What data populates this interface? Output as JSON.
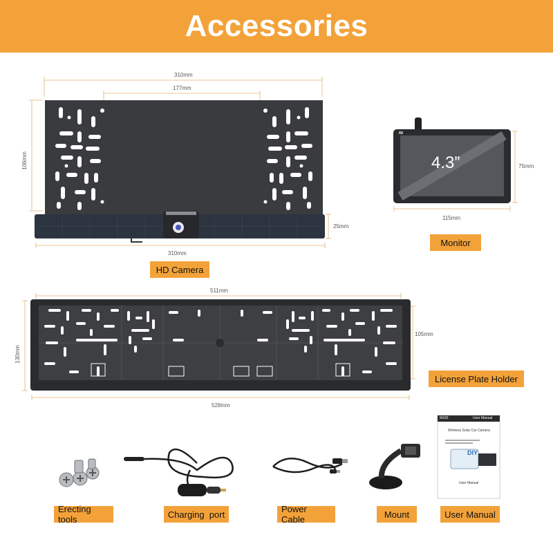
{
  "title": "Accessories",
  "accent_color": "#f3a23a",
  "camera_section": {
    "width_top": "310mm",
    "hole_spacing": "177mm",
    "height": "106mm",
    "solar_bar_height": "25mm",
    "width_bottom": "310mm",
    "label": "HD Camera"
  },
  "monitor": {
    "screen_text": "4.3”",
    "height": "75mm",
    "width": "115mm",
    "label": "Monitor"
  },
  "plate_holder": {
    "inner_width": "511mm",
    "height": "130mm",
    "inner_height": "105mm",
    "outer_width": "528mm",
    "label": "License Plate Holder"
  },
  "items": [
    {
      "label": "Erecting tools",
      "icon": "screws-icon"
    },
    {
      "label": "Charging  port",
      "icon": "car-charger-icon"
    },
    {
      "label": "Power Cable",
      "icon": "usb-cable-icon"
    },
    {
      "label": "Mount",
      "icon": "suction-mount-icon"
    },
    {
      "label": "User Manual",
      "icon": "manual-icon"
    }
  ],
  "manual": {
    "header_right": "User Manual",
    "header_left": "M182",
    "title": "Wireless Solar Car Camera",
    "badge": "DIY",
    "footer": "User Manual"
  }
}
